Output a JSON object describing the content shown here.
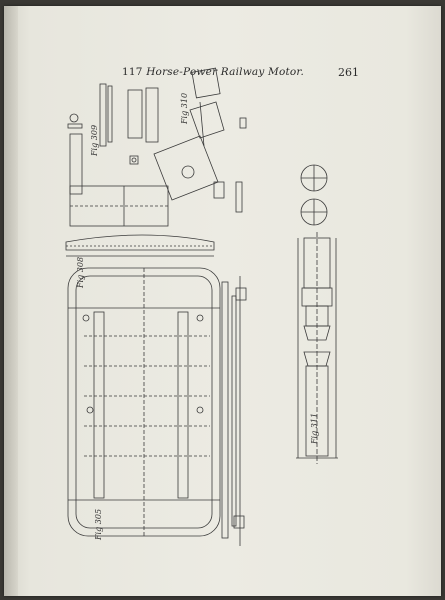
{
  "header": {
    "number": "117",
    "title": "Horse-Power Railway Motor.",
    "page_number": "261"
  },
  "figures": {
    "fig_305": "Fig 305",
    "fig_308": "Fig 308",
    "fig_309": "Fig 309",
    "fig_310": "Fig 310",
    "fig_311": "Fig 311"
  },
  "colors": {
    "paper": "#ecebe3",
    "ink": "#3a3a3a"
  }
}
